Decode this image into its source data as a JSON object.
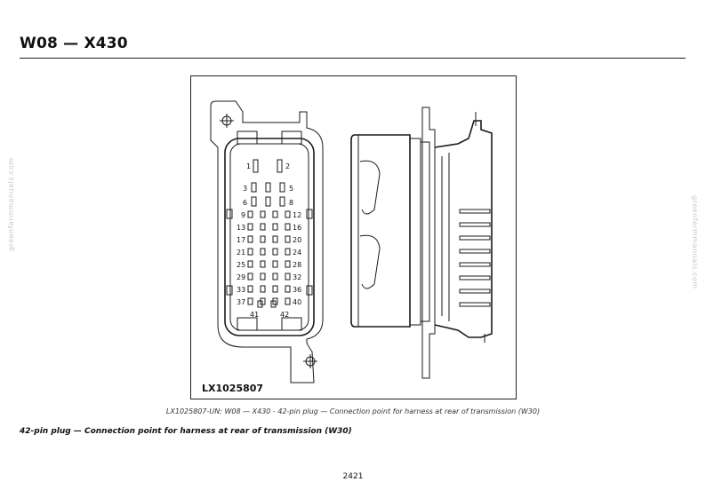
{
  "header": {
    "title": "W08 — X430"
  },
  "figure": {
    "id_label": "LX1025807",
    "caption": "LX1025807-UN: W08 — X430 - 42-pin plug — Connection point for harness at rear of transmission (W30)",
    "pin_labels": {
      "top_left": "1",
      "top_right": "2",
      "rows": [
        {
          "left": "3",
          "right": "5"
        },
        {
          "left": "6",
          "right": "8"
        },
        {
          "left": "9",
          "right": "12"
        },
        {
          "left": "13",
          "right": "16"
        },
        {
          "left": "17",
          "right": "20"
        },
        {
          "left": "21",
          "right": "24"
        },
        {
          "left": "25",
          "right": "28"
        },
        {
          "left": "29",
          "right": "32"
        },
        {
          "left": "33",
          "right": "36"
        },
        {
          "left": "37",
          "right": "40"
        }
      ],
      "bottom_left": "41",
      "bottom_right": "42"
    }
  },
  "body": {
    "subtitle": "42-pin plug — Connection point for harness at rear of transmission (W30)"
  },
  "footer": {
    "page_number": "2421"
  },
  "watermark": {
    "text": "greenfarmmanuals.com"
  }
}
